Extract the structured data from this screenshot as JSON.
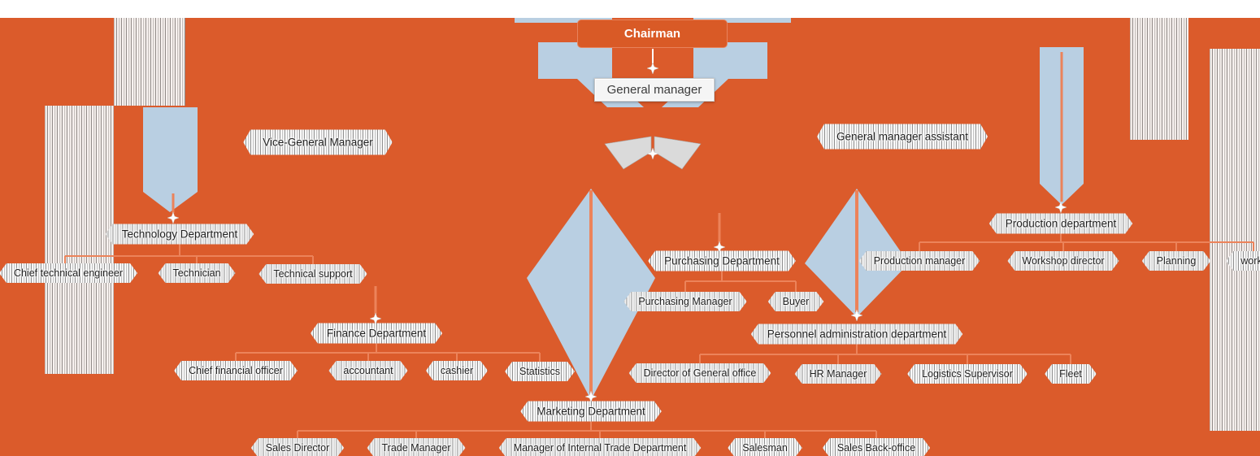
{
  "org_chart": {
    "nodes": {
      "chairman": {
        "label": "Chairman"
      },
      "general_manager": {
        "label": "General manager"
      },
      "vice_general_manager": {
        "label": "Vice-General Manager"
      },
      "general_manager_assistant": {
        "label": "General manager assistant"
      },
      "technology_department": {
        "label": "Technology Department"
      },
      "chief_technical_engineer": {
        "label": "Chief technical engineer"
      },
      "technician": {
        "label": "Technician"
      },
      "technical_support": {
        "label": "Technical support"
      },
      "finance_department": {
        "label": "Finance Department"
      },
      "chief_financial_officer": {
        "label": "Chief financial officer"
      },
      "accountant": {
        "label": "accountant"
      },
      "cashier": {
        "label": "cashier"
      },
      "statistics": {
        "label": "Statistics"
      },
      "marketing_department": {
        "label": "Marketing Department"
      },
      "sales_director": {
        "label": "Sales Director"
      },
      "trade_manager": {
        "label": "Trade Manager"
      },
      "manager_of_internal_trade_department": {
        "label": "Manager of Internal Trade Department"
      },
      "salesman": {
        "label": "Salesman"
      },
      "sales_back_office": {
        "label": "Sales Back-office"
      },
      "purchasing_department": {
        "label": "Purchasing Department"
      },
      "purchasing_manager": {
        "label": "Purchasing Manager"
      },
      "buyer": {
        "label": "Buyer"
      },
      "personnel_administration_department": {
        "label": "Personnel administration department"
      },
      "director_of_general_office": {
        "label": "Director of General office"
      },
      "hr_manager": {
        "label": "HR Manager"
      },
      "logistics_supervisor": {
        "label": "Logistics Supervisor"
      },
      "fleet": {
        "label": "Fleet"
      },
      "production_department": {
        "label": "Production department"
      },
      "production_manager": {
        "label": "Production manager"
      },
      "workshop_director": {
        "label": "Workshop director"
      },
      "planning": {
        "label": "Planning"
      },
      "worker": {
        "label": "worker"
      }
    },
    "hierarchy": [
      {
        "parent": "Chairman",
        "children": [
          "General manager"
        ]
      },
      {
        "parent": "General manager",
        "children": [
          "Vice-General Manager",
          "General manager assistant"
        ]
      },
      {
        "parent": "Vice-General Manager",
        "children": [
          "Technology Department",
          "Finance Department",
          "Marketing Department"
        ]
      },
      {
        "parent": "Technology Department",
        "children": [
          "Chief technical engineer",
          "Technician",
          "Technical support"
        ]
      },
      {
        "parent": "Finance Department",
        "children": [
          "Chief financial officer",
          "accountant",
          "cashier",
          "Statistics"
        ]
      },
      {
        "parent": "Marketing Department",
        "children": [
          "Sales Director",
          "Trade Manager",
          "Manager of Internal Trade Department",
          "Salesman",
          "Sales Back-office"
        ]
      },
      {
        "parent": "General manager assistant",
        "children": [
          "Purchasing Department",
          "Personnel administration department",
          "Production department"
        ]
      },
      {
        "parent": "Purchasing Department",
        "children": [
          "Purchasing Manager",
          "Buyer"
        ]
      },
      {
        "parent": "Personnel administration department",
        "children": [
          "Director of General office",
          "HR Manager",
          "Logistics Supervisor",
          "Fleet"
        ]
      },
      {
        "parent": "Production department",
        "children": [
          "Production manager",
          "Workshop director",
          "Planning",
          "worker"
        ]
      }
    ],
    "colors": {
      "background_orange": "#DB5B2B",
      "arrow_blue": "#B9CFE2",
      "connector_salmon": "#EC835A",
      "plate_grey": "#E6E6E6",
      "chairman_text": "#FFFFFF",
      "node_text": "#1E1E1E"
    }
  }
}
